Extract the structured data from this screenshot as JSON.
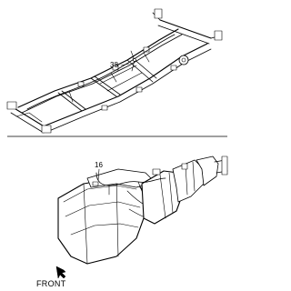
{
  "callouts": {
    "chassis_harness": "38",
    "engine_harness": "16"
  },
  "direction_label": "FRONT",
  "colors": {
    "line": "#000000",
    "background": "#ffffff"
  }
}
